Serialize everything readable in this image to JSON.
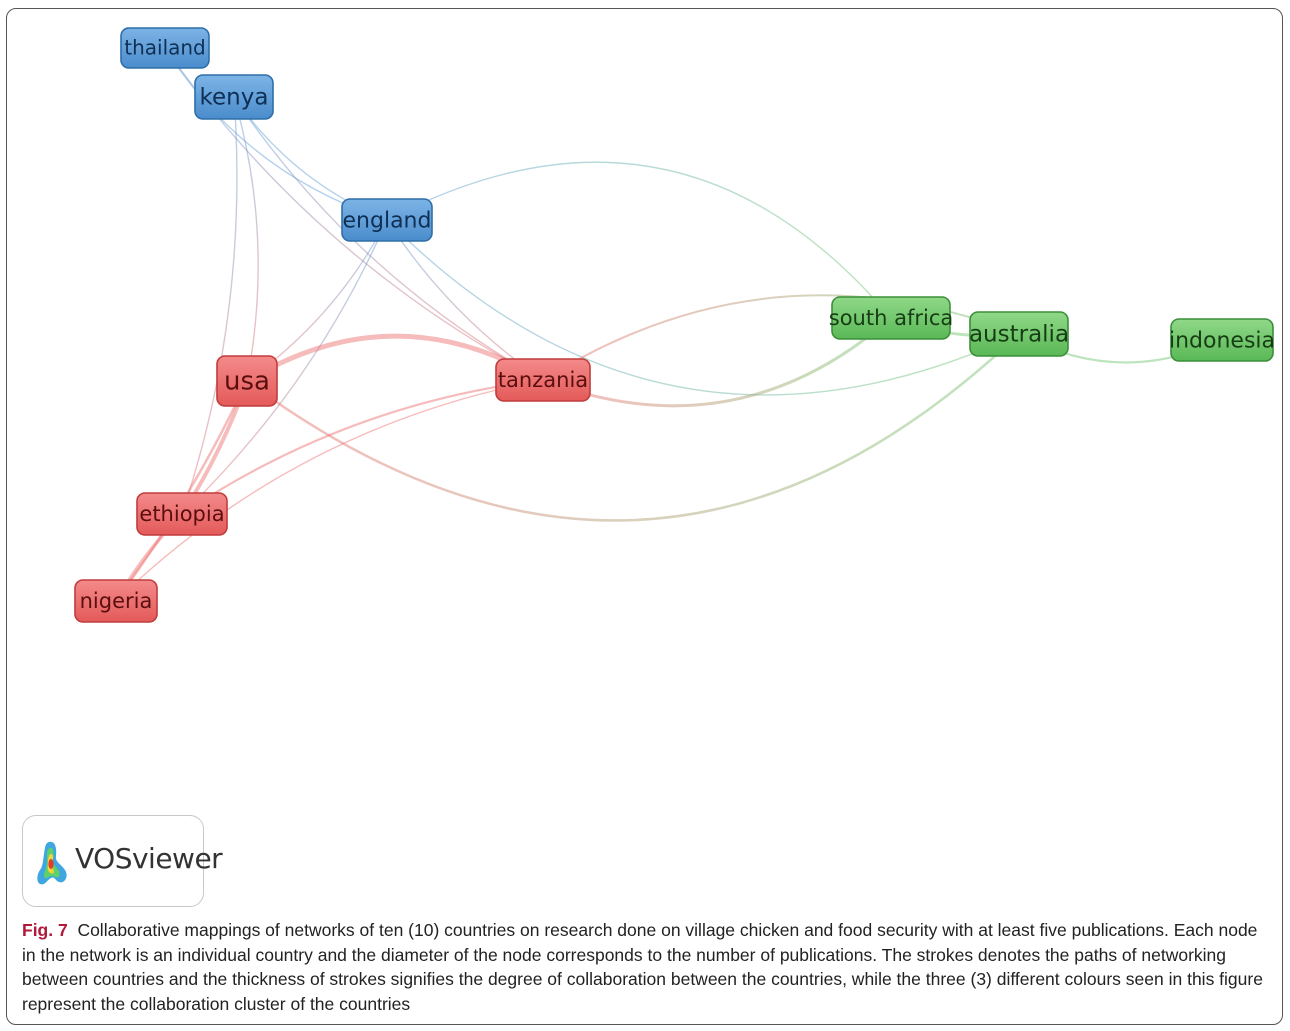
{
  "nodes": [
    {
      "id": "thailand",
      "label": "thailand",
      "cluster": "blue"
    },
    {
      "id": "kenya",
      "label": "kenya",
      "cluster": "blue"
    },
    {
      "id": "england",
      "label": "england",
      "cluster": "blue"
    },
    {
      "id": "usa",
      "label": "usa",
      "cluster": "red"
    },
    {
      "id": "tanzania",
      "label": "tanzania",
      "cluster": "red"
    },
    {
      "id": "ethiopia",
      "label": "ethiopia",
      "cluster": "red"
    },
    {
      "id": "nigeria",
      "label": "nigeria",
      "cluster": "red"
    },
    {
      "id": "south_africa",
      "label": "south africa",
      "cluster": "green"
    },
    {
      "id": "australia",
      "label": "australia",
      "cluster": "green"
    },
    {
      "id": "indonesia",
      "label": "indonesia",
      "cluster": "green"
    }
  ],
  "cluster_colors": {
    "blue": "#5b9bd5",
    "red": "#ec6a6a",
    "green": "#6cc46a"
  },
  "links": [
    {
      "source": "thailand",
      "target": "england"
    },
    {
      "source": "thailand",
      "target": "tanzania"
    },
    {
      "source": "kenya",
      "target": "england"
    },
    {
      "source": "kenya",
      "target": "usa"
    },
    {
      "source": "kenya",
      "target": "tanzania"
    },
    {
      "source": "kenya",
      "target": "ethiopia"
    },
    {
      "source": "england",
      "target": "usa"
    },
    {
      "source": "england",
      "target": "tanzania"
    },
    {
      "source": "england",
      "target": "ethiopia"
    },
    {
      "source": "england",
      "target": "australia"
    },
    {
      "source": "england",
      "target": "south_africa"
    },
    {
      "source": "usa",
      "target": "tanzania"
    },
    {
      "source": "usa",
      "target": "ethiopia"
    },
    {
      "source": "usa",
      "target": "nigeria"
    },
    {
      "source": "usa",
      "target": "australia"
    },
    {
      "source": "tanzania",
      "target": "ethiopia"
    },
    {
      "source": "tanzania",
      "target": "nigeria"
    },
    {
      "source": "tanzania",
      "target": "australia"
    },
    {
      "source": "tanzania",
      "target": "south_africa"
    },
    {
      "source": "ethiopia",
      "target": "nigeria"
    },
    {
      "source": "south_africa",
      "target": "australia"
    },
    {
      "source": "australia",
      "target": "indonesia"
    }
  ],
  "logo": {
    "text": "VOSviewer"
  },
  "caption": {
    "label": "Fig. 7",
    "text": "Collaborative mappings of networks of ten (10) countries on research done on village chicken and food security with at least five publications. Each node in the network is an individual country and the diameter of the node corresponds to the number of publications. The strokes denotes the paths of networking between countries and the thickness of strokes signifies the degree of collaboration between the countries, while the three (3) different colours seen in this figure represent the collaboration cluster of the countries"
  }
}
